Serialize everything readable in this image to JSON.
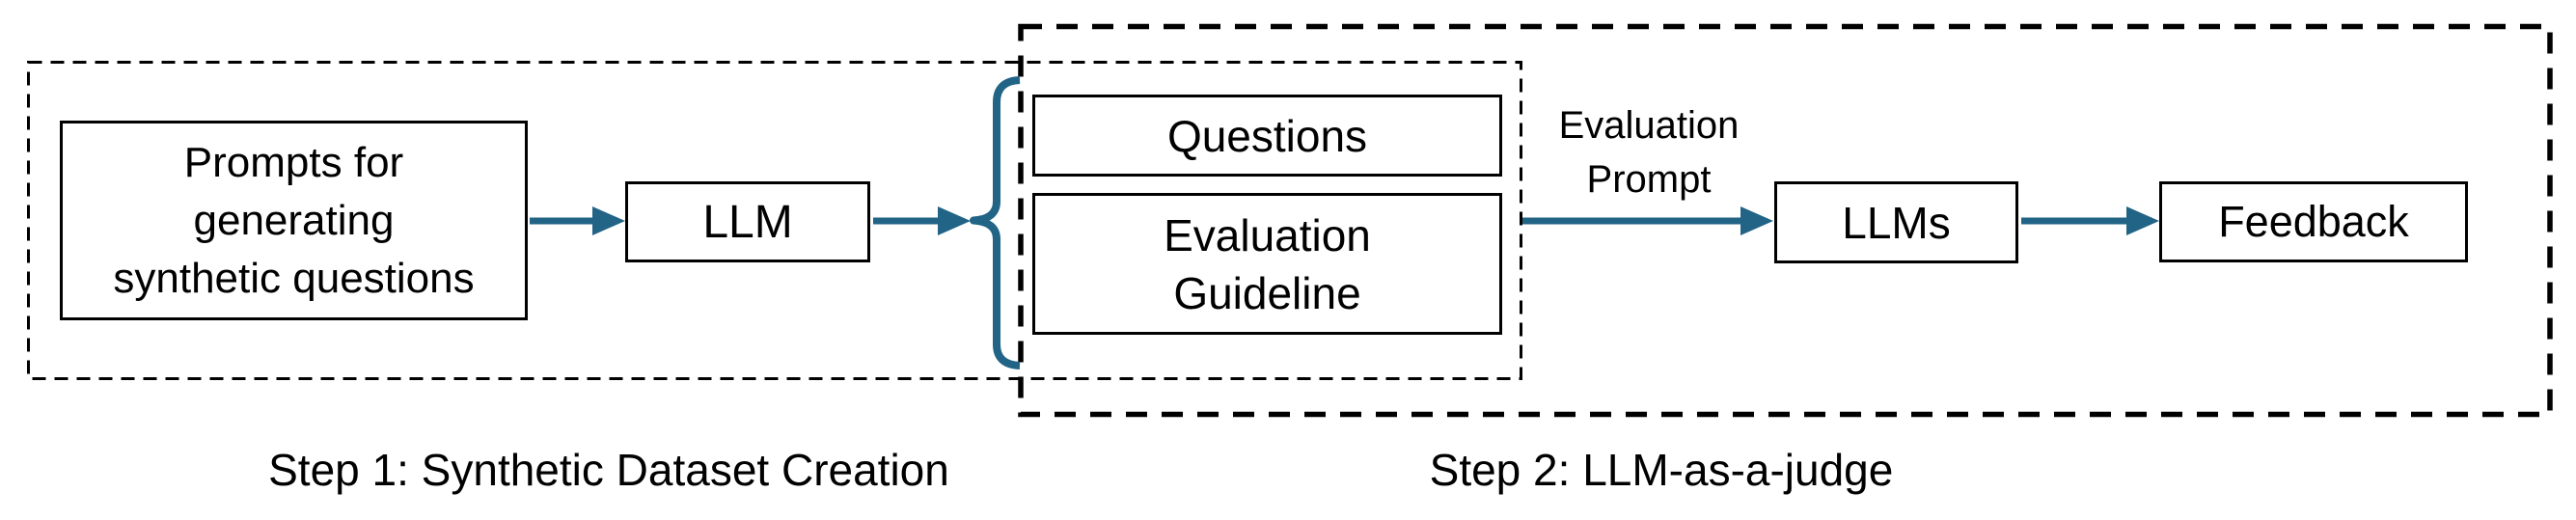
{
  "diagram": {
    "background_color": "#ffffff",
    "line_color": "#000000",
    "accent_color": "#226486",
    "step1": {
      "caption": "Step 1: Synthetic Dataset Creation",
      "prompts_node": {
        "lines": [
          "Prompts for",
          "generating",
          "synthetic questions"
        ]
      },
      "llm_node": {
        "label": "LLM"
      }
    },
    "shared_outputs": {
      "questions_node": {
        "label": "Questions"
      },
      "guideline_node": {
        "lines": [
          "Evaluation",
          "Guideline"
        ]
      }
    },
    "step2": {
      "caption": "Step 2: LLM-as-a-judge",
      "edge_label": {
        "lines": [
          "Evaluation",
          "Prompt"
        ]
      },
      "llms_node": {
        "label": "LLMs"
      },
      "feedback_node": {
        "label": "Feedback"
      }
    },
    "connectors": [
      {
        "from": "prompts_node",
        "to": "llm_node",
        "type": "arrow"
      },
      {
        "from": "llm_node",
        "to": "brace",
        "type": "arrow"
      },
      {
        "from": "outputs_group",
        "to": "llms_node",
        "type": "arrow",
        "label": "Evaluation Prompt"
      },
      {
        "from": "llms_node",
        "to": "feedback_node",
        "type": "arrow"
      }
    ],
    "icons": {
      "brace": "{",
      "arrow": "→"
    }
  }
}
